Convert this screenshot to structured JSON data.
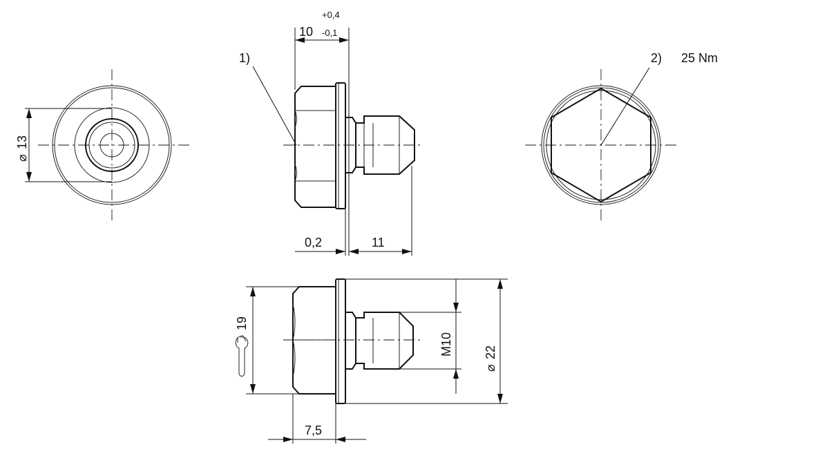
{
  "callouts": {
    "c1": "1)",
    "c2": "2)",
    "torque": "25 Nm"
  },
  "dimensions": {
    "total_length_nominal": "10",
    "tol_upper": "+0,4",
    "tol_lower": "-0,1",
    "washer": "0,2",
    "thread_length": "11",
    "hex_height": "7,5",
    "across_flats": "19",
    "thread": "M10",
    "flange_dia": "22",
    "inner_dia": "13",
    "diameter_symbol": "⌀"
  }
}
